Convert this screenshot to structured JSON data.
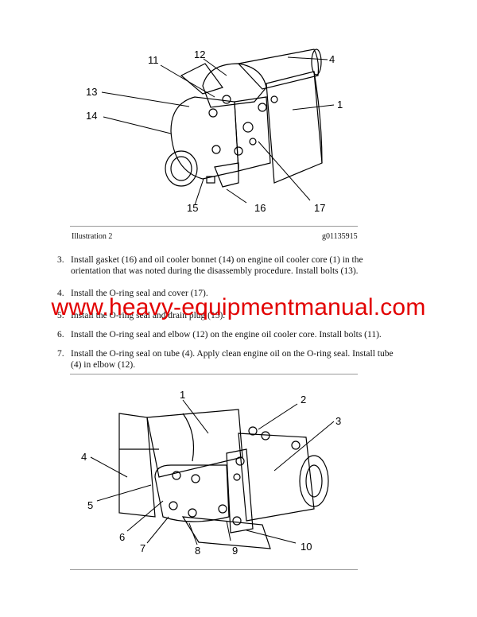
{
  "figure1": {
    "callouts": [
      "1",
      "4",
      "11",
      "12",
      "13",
      "14",
      "15",
      "16",
      "17"
    ],
    "caption_label": "Illustration 2",
    "caption_id": "g01135915"
  },
  "steps": [
    {
      "num": "3.",
      "text": "Install gasket (16) and oil cooler bonnet (14) on engine oil cooler core (1) in the orientation that was noted during the disassembly procedure. Install bolts (13)."
    },
    {
      "num": "4.",
      "text": "Install the O-ring seal and cover (17)."
    },
    {
      "num": "5.",
      "text": "Install the O-ring seal and drain plug (15)."
    },
    {
      "num": "6.",
      "text": "Install the O-ring seal and elbow (12) on the engine oil cooler core. Install bolts (11)."
    },
    {
      "num": "7.",
      "text": "Install the O-ring seal on tube (4). Apply clean engine oil on the O-ring seal. Install tube (4) in elbow (12)."
    }
  ],
  "watermark": "www.heavy-equipmentmanual.com",
  "figure2": {
    "callouts": [
      "1",
      "2",
      "3",
      "4",
      "5",
      "6",
      "7",
      "8",
      "9",
      "10"
    ]
  }
}
